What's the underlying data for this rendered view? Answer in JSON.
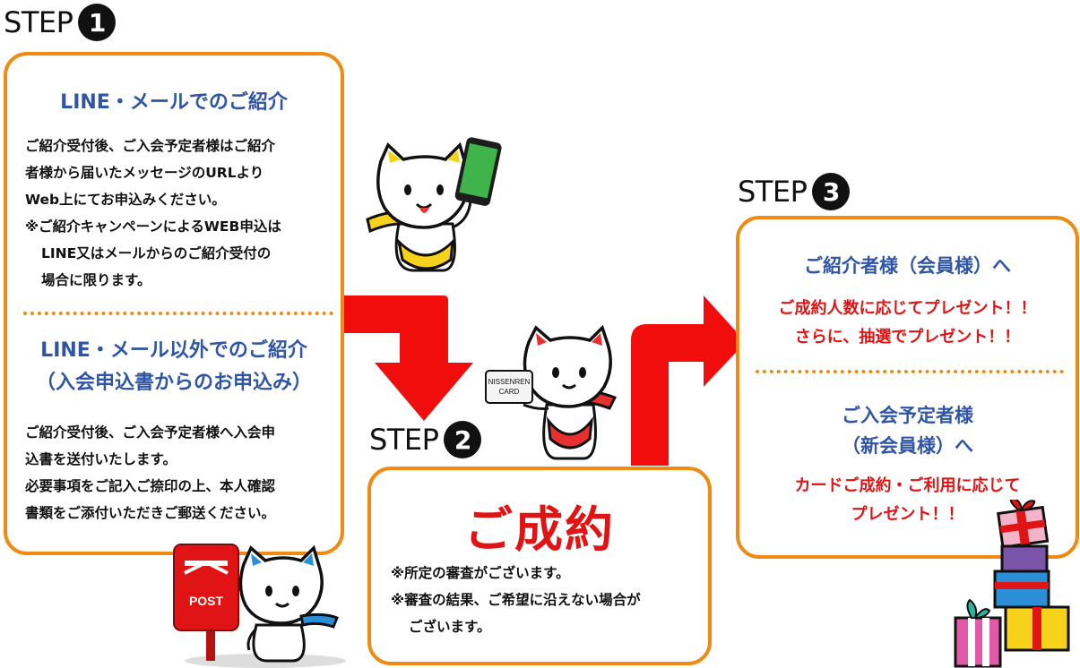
{
  "step1": {
    "label": "STEP",
    "num": "1",
    "section1_title": "LINE・メールでのご紹介",
    "section1_lines": [
      "ご紹介受付後、ご入会予定者様はご紹介",
      "者様から届いたメッセージのURLより",
      "Web上にてお申込みください。",
      "※ご紹介キャンペーンによるWEB申込は",
      "LINE又はメールからのご紹介受付の",
      "場合に限ります。"
    ],
    "section2_title_line1": "LINE・メール以外でのご紹介",
    "section2_title_line2": "（入会申込書からのお申込み）",
    "section2_lines": [
      "ご紹介受付後、ご入会予定者様へ入会申",
      "込書を送付いたします。",
      "必要事項をご記入ご捺印の上、本人確認",
      "書類をご添付いただきご郵送ください。"
    ]
  },
  "step2": {
    "label": "STEP",
    "num": "2",
    "headline": "ご成約",
    "notes": [
      "※所定の審査がございます。",
      "※審査の結果、ご希望に沿えない場合が",
      "ございます。"
    ]
  },
  "step3": {
    "label": "STEP",
    "num": "3",
    "section1_title": "ご紹介者様（会員様）へ",
    "section1_lines": [
      "ご成約人数に応じてプレゼント！！",
      "さらに、抽選でプレゼント！！"
    ],
    "section2_title_line1": "ご入会予定者様",
    "section2_title_line2": "（新会員様）へ",
    "section2_lines": [
      "カードご成約・ご利用に応じて",
      "プレゼント！！"
    ]
  },
  "illustrations": {
    "card_text_line1": "NISSENREN",
    "card_text_line2": "CARD",
    "post_text": "POST"
  },
  "colors": {
    "accent_orange": "#ef8a12",
    "title_blue": "#2f55a4",
    "highlight_red": "#e01414",
    "arrow_red": "#f20d0d"
  }
}
